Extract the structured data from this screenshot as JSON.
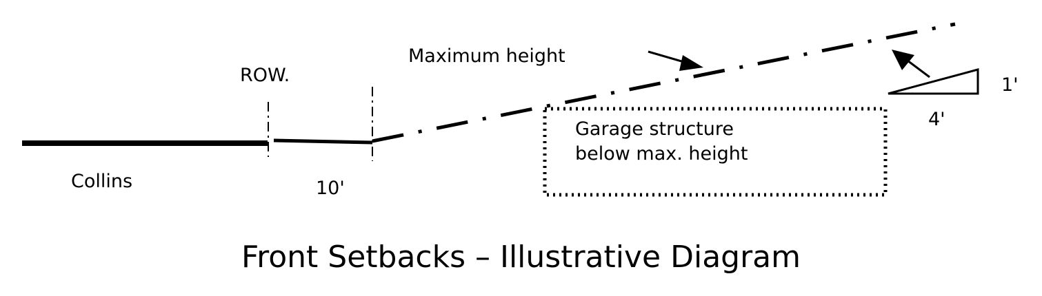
{
  "labels": {
    "maximum_height": "Maximum height",
    "row": "ROW.",
    "collins": "Collins",
    "setback_distance": "10'",
    "garage_line1": "Garage structure",
    "garage_line2": "below max. height",
    "slope_rise": "1'",
    "slope_run": "4'"
  },
  "title": "Front Setbacks – Illustrative Diagram"
}
